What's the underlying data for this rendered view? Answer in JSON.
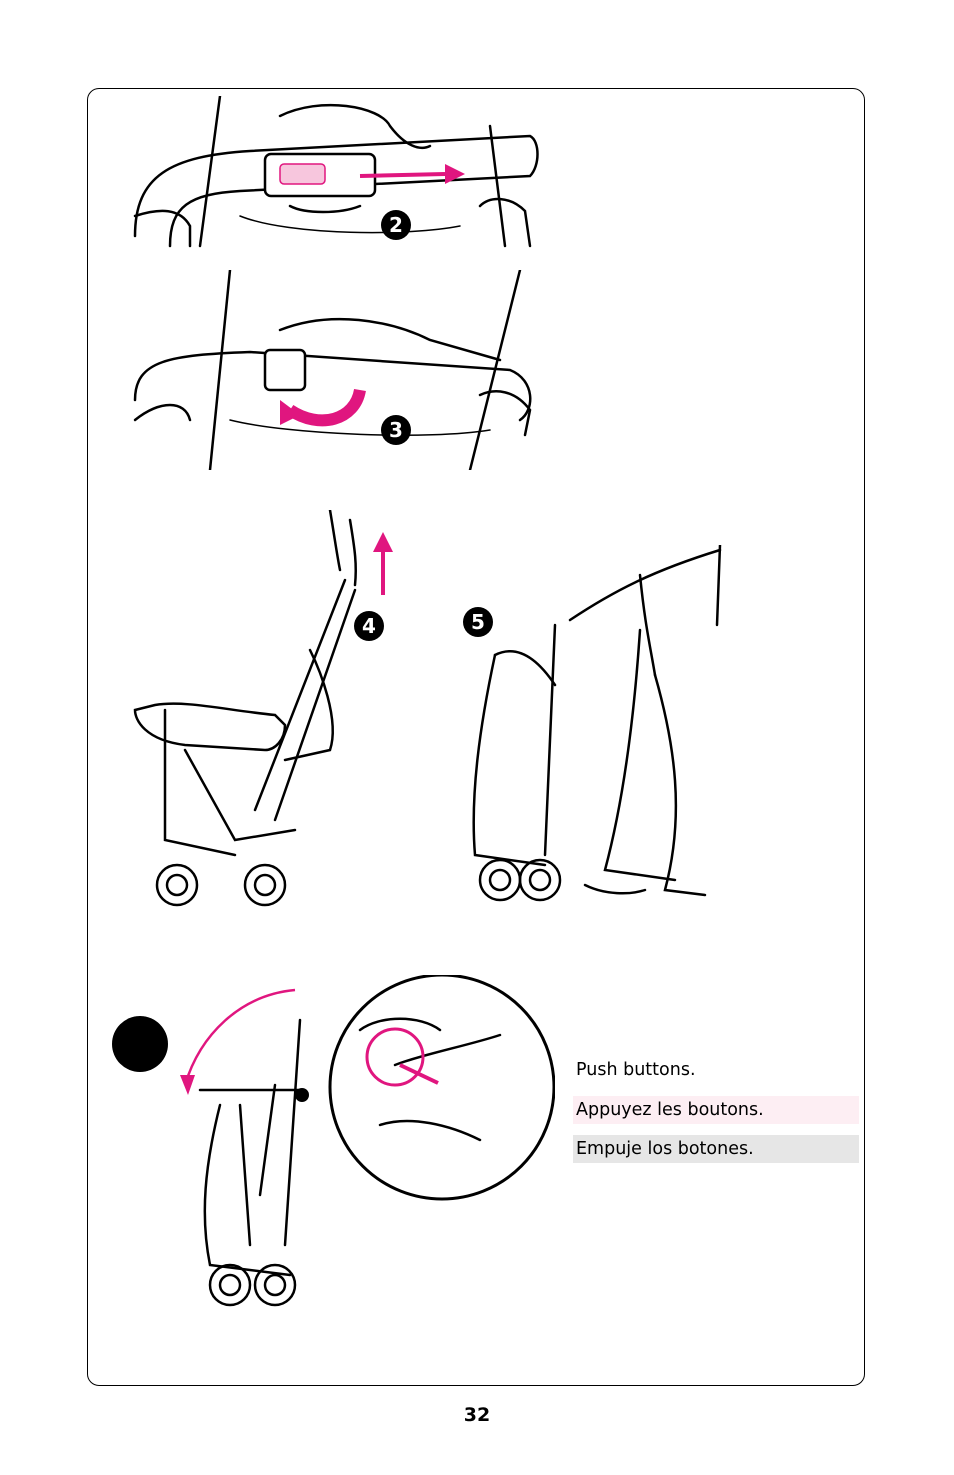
{
  "steps": {
    "s2": "2",
    "s3": "3",
    "s4": "4",
    "s5": "5"
  },
  "captions": {
    "en": "Push buttons.",
    "fr": "Appuyez les boutons.",
    "es": "Empuje los botones."
  },
  "page_number": "32",
  "colors": {
    "accent": "#e0167f",
    "french_band": "#fdeef3",
    "spanish_band": "#e6e6e6"
  }
}
